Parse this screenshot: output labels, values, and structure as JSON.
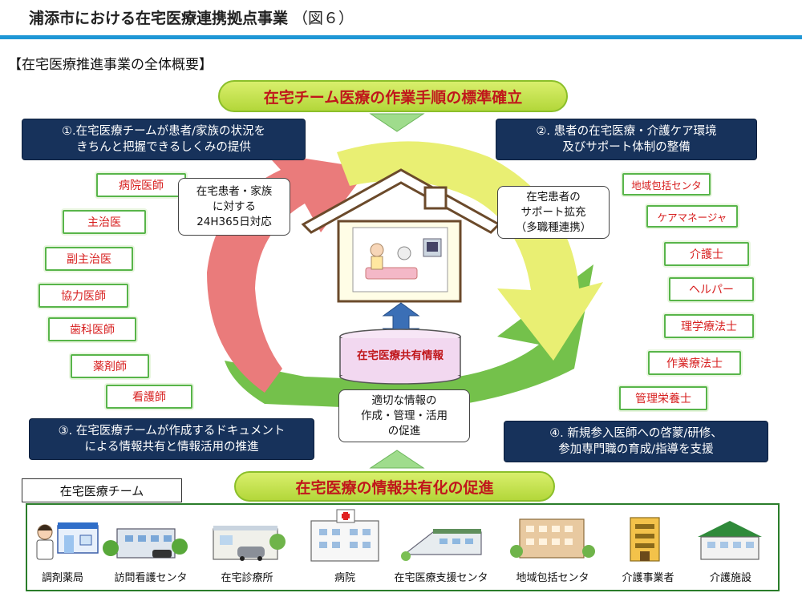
{
  "header": {
    "title": "浦添市における在宅医療連携拠点事業",
    "figure_label": "（図６）",
    "subtitle": "【在宅医療推進事業の全体概要】"
  },
  "banners": {
    "top": "在宅チーム医療の作業手順の標準確立",
    "bottom": "在宅医療の情報共有化の促進"
  },
  "goals": {
    "g1": {
      "line1": "①.在宅医療チームが患者/家族の状況を",
      "line2": "きちんと把握できるしくみの提供"
    },
    "g2": {
      "line1": "②. 患者の在宅医療・介護ケア環境",
      "line2": "及びサポート体制の整備"
    },
    "g3": {
      "line1": "③. 在宅医療チームが作成するドキュメント",
      "line2": "による情報共有と情報活用の推進"
    },
    "g4": {
      "line1": "④. 新規参入医師への啓蒙/研修、",
      "line2": "参加専門職の育成/指導を支援"
    }
  },
  "medical_roles": [
    "病院医師",
    "主治医",
    "副主治医",
    "協力医師",
    "歯科医師",
    "薬剤師",
    "看護師"
  ],
  "care_roles": [
    "地域包括センタ",
    "ケアマネージャ",
    "介護士",
    "ヘルパー",
    "理学療法士",
    "作業療法士",
    "管理栄養士"
  ],
  "bubbles": {
    "left": {
      "line1": "在宅患者・家族",
      "line2": "に対する",
      "line3": "24H365日対応"
    },
    "right": {
      "line1": "在宅患者の",
      "line2": "サポート拡充",
      "line3": "（多職種連携）"
    },
    "bottom": {
      "line1": "適切な情報の",
      "line2": "作成・管理・活用",
      "line3": "の促進"
    }
  },
  "database_label": "在宅医療共有情報",
  "team": {
    "label": "在宅医療チーム",
    "facilities": [
      "調剤薬局",
      "訪問看護センタ",
      "在宅診療所",
      "病院",
      "在宅医療支援センタ",
      "地域包括センタ",
      "介護事業者",
      "介護施設"
    ]
  },
  "colors": {
    "accent_blue": "#1f97d6",
    "navy": "#17325b",
    "banner_green": "#b3d73a",
    "banner_text": "#c0171b",
    "cycle_red": "#ea7b7b",
    "cycle_yellow": "#e9ef73",
    "cycle_green": "#74c14b",
    "role_border": "#58b54a",
    "role_text": "#d71f1f"
  }
}
